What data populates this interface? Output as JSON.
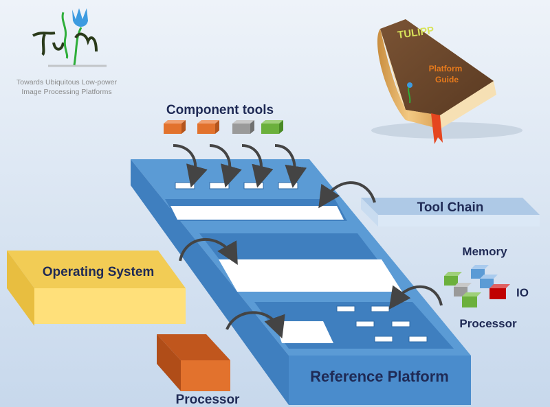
{
  "logo": {
    "wordmark": "TULIPP",
    "tagline_line1": "Towards Ubiquitous Low-power",
    "tagline_line2": "Image Processing Platforms"
  },
  "book": {
    "title": "TULIPP",
    "subtitle_line1": "Platform",
    "subtitle_line2": "Guide"
  },
  "labels": {
    "component_tools": "Component tools",
    "tool_chain": "Tool Chain",
    "operating_system": "Operating System",
    "memory": "Memory",
    "io": "IO",
    "processor_right": "Processor",
    "processor_bottom": "Processor",
    "reference_platform": "Reference Platform"
  },
  "colors": {
    "background": "#dce7f3",
    "platform": "#5b9bd5",
    "orange": "#e2722d",
    "gray": "#9a9a9a",
    "green": "#6bb03c",
    "red": "#c00000",
    "yellow": "#ffd966",
    "text": "#1f2a55"
  }
}
